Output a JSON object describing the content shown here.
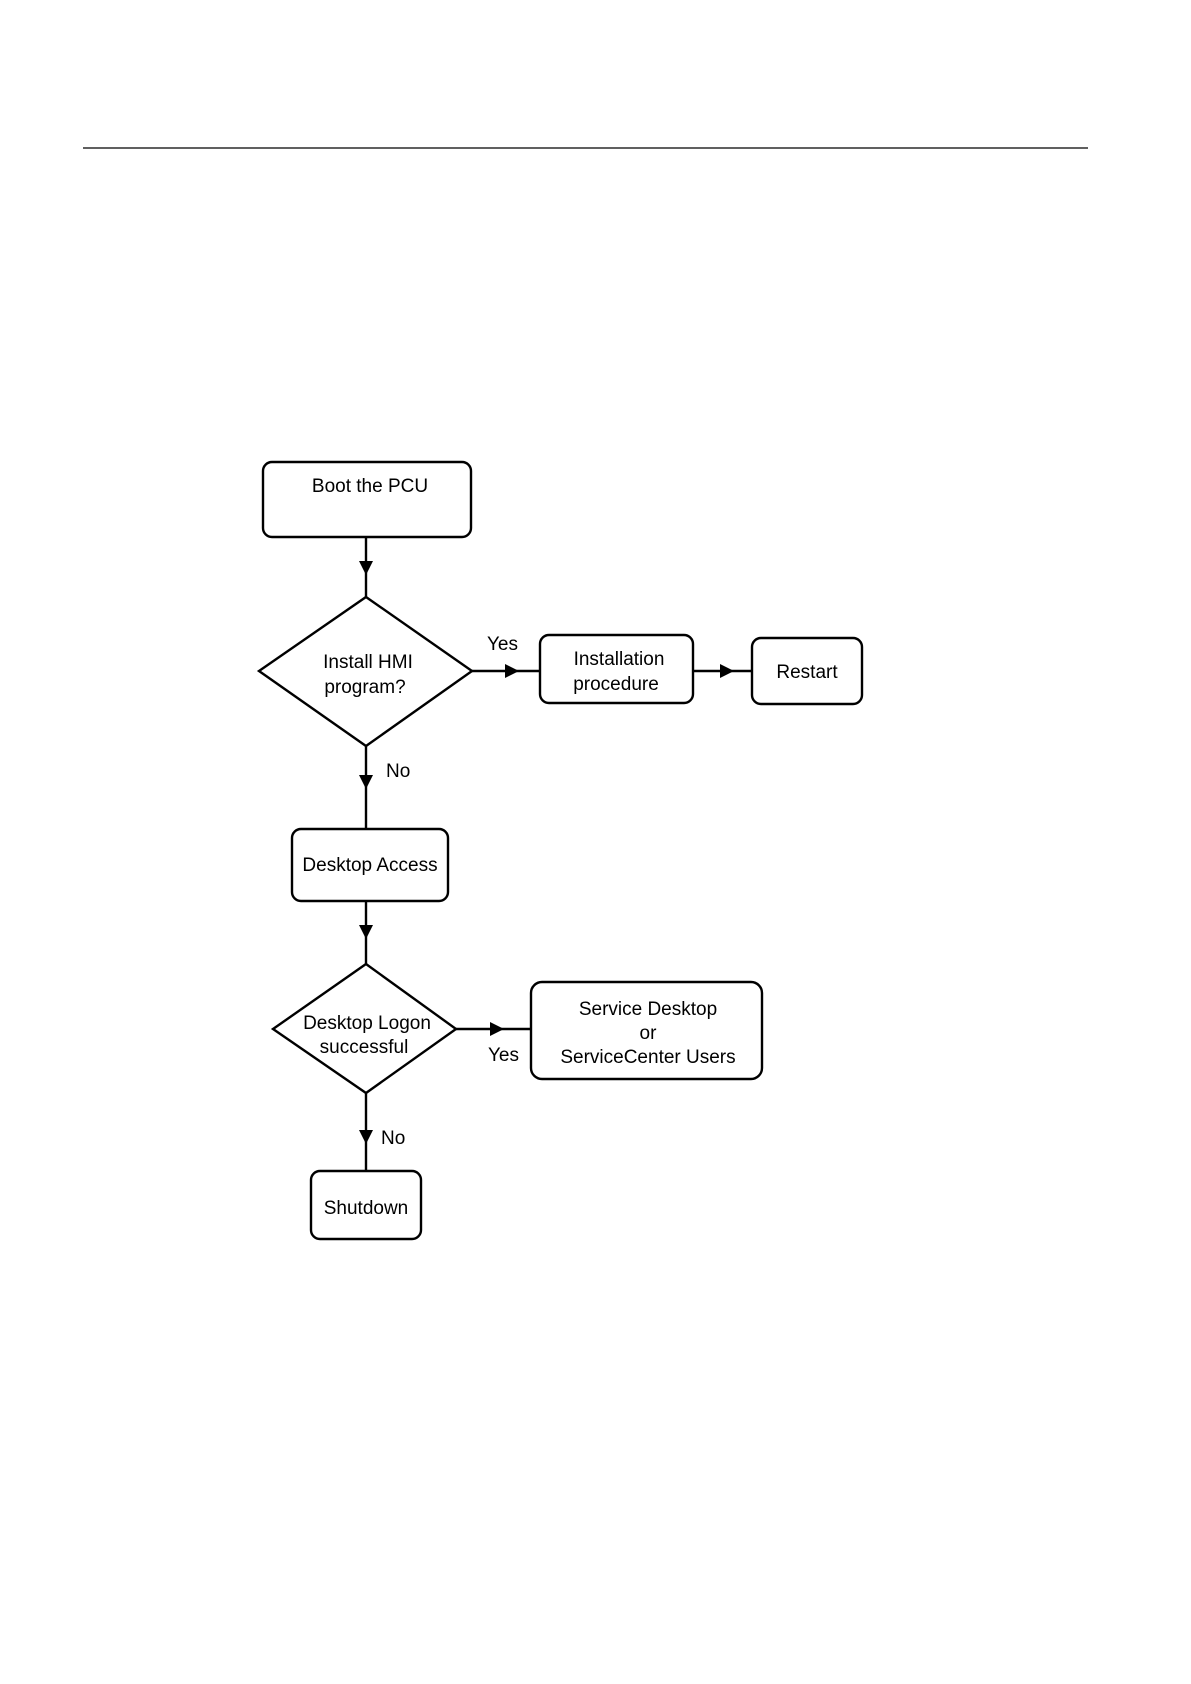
{
  "colors": {
    "stroke": "#000000",
    "background": "#ffffff"
  },
  "flowchart": {
    "nodes": {
      "boot": {
        "lines": [
          "Boot the PCU"
        ]
      },
      "install_decision": {
        "lines": [
          "Install HMI",
          "program?"
        ]
      },
      "installation": {
        "lines": [
          "Installation",
          "procedure"
        ]
      },
      "restart": {
        "lines": [
          "Restart"
        ]
      },
      "desktop_access": {
        "lines": [
          "Desktop Access"
        ]
      },
      "logon_decision": {
        "lines": [
          "Desktop Logon",
          "successful"
        ]
      },
      "service_desktop": {
        "lines": [
          "Service Desktop",
          "or",
          "ServiceCenter Users"
        ]
      },
      "shutdown": {
        "lines": [
          "Shutdown"
        ]
      }
    },
    "edge_labels": {
      "install_yes": "Yes",
      "install_no": "No",
      "logon_yes": "Yes",
      "logon_no": "No"
    }
  }
}
